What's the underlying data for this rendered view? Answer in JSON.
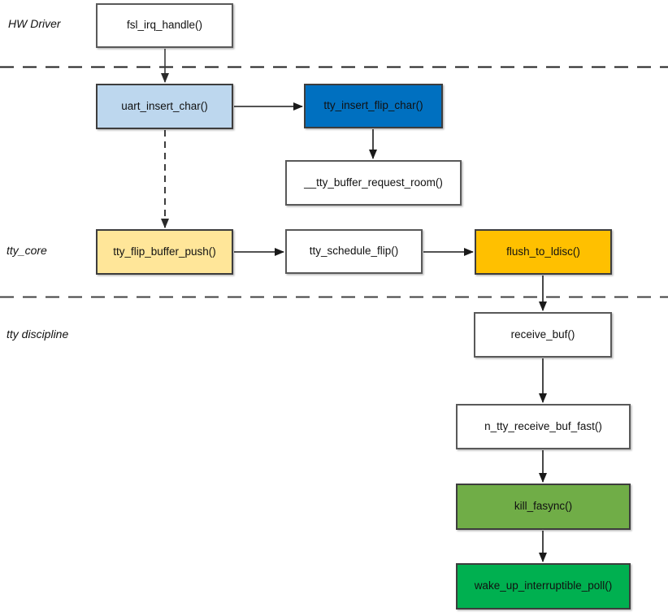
{
  "diagram": {
    "description": "Linux TTY receive path call-flow diagram",
    "layers": [
      {
        "id": "hw-driver",
        "label": "HW Driver"
      },
      {
        "id": "tty-core",
        "label": "tty_core"
      },
      {
        "id": "tty-discipline",
        "label": "tty discipline"
      }
    ],
    "nodes": {
      "fsl_irq_handle": {
        "label": "fsl_irq_handle()",
        "fill": "#FFFFFF"
      },
      "uart_insert_char": {
        "label": "uart_insert_char()",
        "fill": "#BDD7EE"
      },
      "tty_insert_flip_char": {
        "label": "tty_insert_flip_char()",
        "fill": "#0070C0"
      },
      "tty_buffer_request_room": {
        "label": "__tty_buffer_request_room()",
        "fill": "#FFFFFF"
      },
      "tty_flip_buffer_push": {
        "label": "tty_flip_buffer_push()",
        "fill": "#FFE699"
      },
      "tty_schedule_flip": {
        "label": "tty_schedule_flip()",
        "fill": "#FFFFFF"
      },
      "flush_to_ldisc": {
        "label": "flush_to_ldisc()",
        "fill": "#FFC000"
      },
      "receive_buf": {
        "label": "receive_buf()",
        "fill": "#FFFFFF"
      },
      "n_tty_receive_buf_fast": {
        "label": "n_tty_receive_buf_fast()",
        "fill": "#FFFFFF"
      },
      "kill_fasync": {
        "label": "kill_fasync()",
        "fill": "#70AD47"
      },
      "wake_up_interruptible_poll": {
        "label": "wake_up_interruptible_poll()",
        "fill": "#00B050"
      }
    },
    "edges": [
      {
        "from": "fsl_irq_handle",
        "to": "uart_insert_char",
        "style": "solid"
      },
      {
        "from": "uart_insert_char",
        "to": "tty_insert_flip_char",
        "style": "solid"
      },
      {
        "from": "tty_insert_flip_char",
        "to": "tty_buffer_request_room",
        "style": "solid"
      },
      {
        "from": "uart_insert_char",
        "to": "tty_flip_buffer_push",
        "style": "dashed"
      },
      {
        "from": "tty_flip_buffer_push",
        "to": "tty_schedule_flip",
        "style": "solid"
      },
      {
        "from": "tty_schedule_flip",
        "to": "flush_to_ldisc",
        "style": "solid"
      },
      {
        "from": "flush_to_ldisc",
        "to": "receive_buf",
        "style": "solid"
      },
      {
        "from": "receive_buf",
        "to": "n_tty_receive_buf_fast",
        "style": "solid"
      },
      {
        "from": "n_tty_receive_buf_fast",
        "to": "kill_fasync",
        "style": "solid"
      },
      {
        "from": "kill_fasync",
        "to": "wake_up_interruptible_poll",
        "style": "solid"
      }
    ],
    "colors": {
      "light_blue": "#BDD7EE",
      "dark_blue": "#0070C0",
      "light_yellow": "#FFE699",
      "orange": "#FFC000",
      "green": "#70AD47",
      "emerald_green": "#00B050",
      "box_border": "#595959",
      "arrow": "#1A1A1A"
    }
  }
}
